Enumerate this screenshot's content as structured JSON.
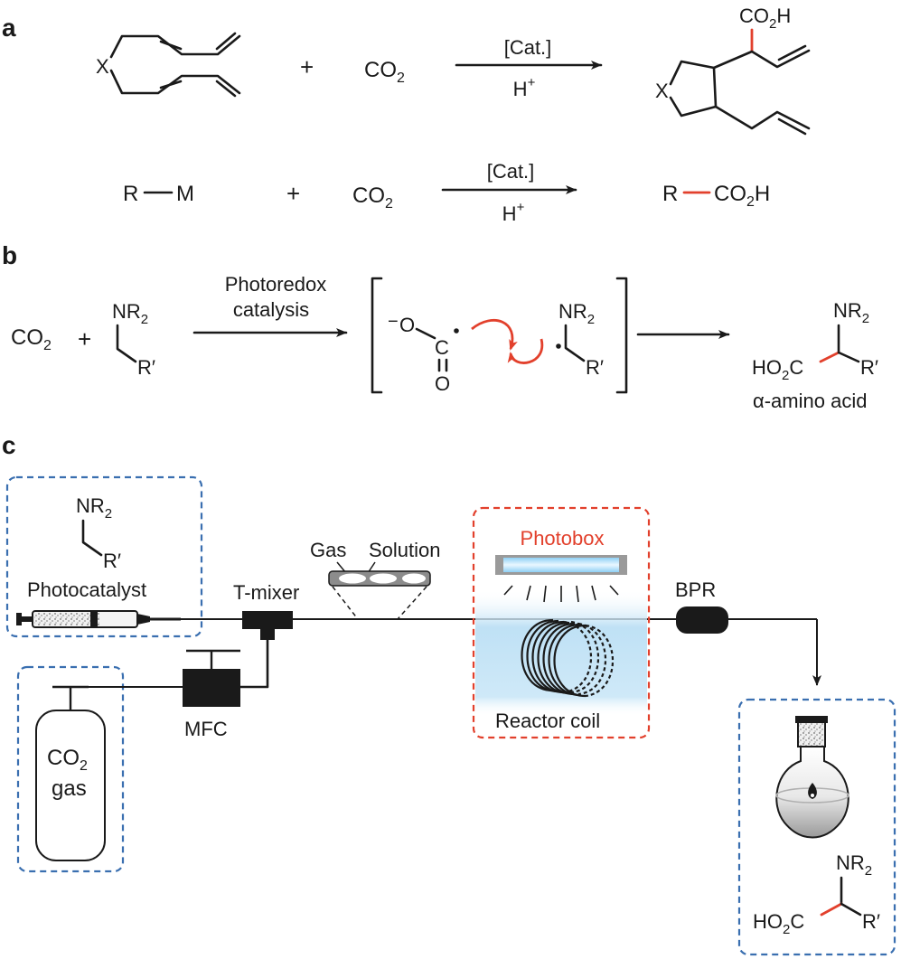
{
  "colors": {
    "ink": "#1a1a1a",
    "red": "#e2402c",
    "blue_box": "#3a6fb0",
    "red_box": "#e2402c",
    "light_blue": "#bfe1f5"
  },
  "panel_a": {
    "label": "a",
    "row1": {
      "x": "X",
      "plus": "+",
      "co2": "CO",
      "co2_sub": "2",
      "cat": "[Cat.]",
      "h": "H",
      "h_sup": "+",
      "prod_co2h": "CO",
      "prod_co2h_sub": "2",
      "prod_h": "H",
      "prod_x": "X"
    },
    "row2": {
      "r": "R",
      "m": "M",
      "plus": "+",
      "co2": "CO",
      "co2_sub": "2",
      "cat": "[Cat.]",
      "h": "H",
      "h_sup": "+",
      "prod_r": "R",
      "prod_co2h": "CO",
      "prod_co2h_sub": "2",
      "prod_h": "H"
    }
  },
  "panel_b": {
    "label": "b",
    "co2": "CO",
    "co2_sub": "2",
    "plus": "+",
    "nr2": "NR",
    "nr2_sub": "2",
    "r_prime": "R′",
    "arrow_top": "Photoredox",
    "arrow_bottom": "catalysis",
    "minus": "−",
    "o1": "O",
    "c": "C",
    "o2": "O",
    "int_nr2": "NR",
    "int_nr2_sub": "2",
    "int_r_prime": "R′",
    "prod_nr2": "NR",
    "prod_nr2_sub": "2",
    "prod_ho2c": "HO",
    "prod_ho2c_sub": "2",
    "prod_c": "C",
    "prod_r_prime": "R′",
    "product_name": "α-amino acid"
  },
  "panel_c": {
    "label": "c",
    "syringe_nr2": "NR",
    "syringe_nr2_sub": "2",
    "syringe_r_prime": "R′",
    "photocatalyst": "Photocatalyst",
    "t_mixer": "T-mixer",
    "gas": "Gas",
    "solution": "Solution",
    "photobox": "Photobox",
    "bpr": "BPR",
    "mfc": "MFC",
    "cyl_co2": "CO",
    "cyl_co2_sub": "2",
    "cyl_gas": "gas",
    "reactor_coil": "Reactor coil",
    "prod_nr2": "NR",
    "prod_nr2_sub": "2",
    "prod_ho2c": "HO",
    "prod_ho2c_sub": "2",
    "prod_c": "C",
    "prod_r_prime": "R′"
  }
}
